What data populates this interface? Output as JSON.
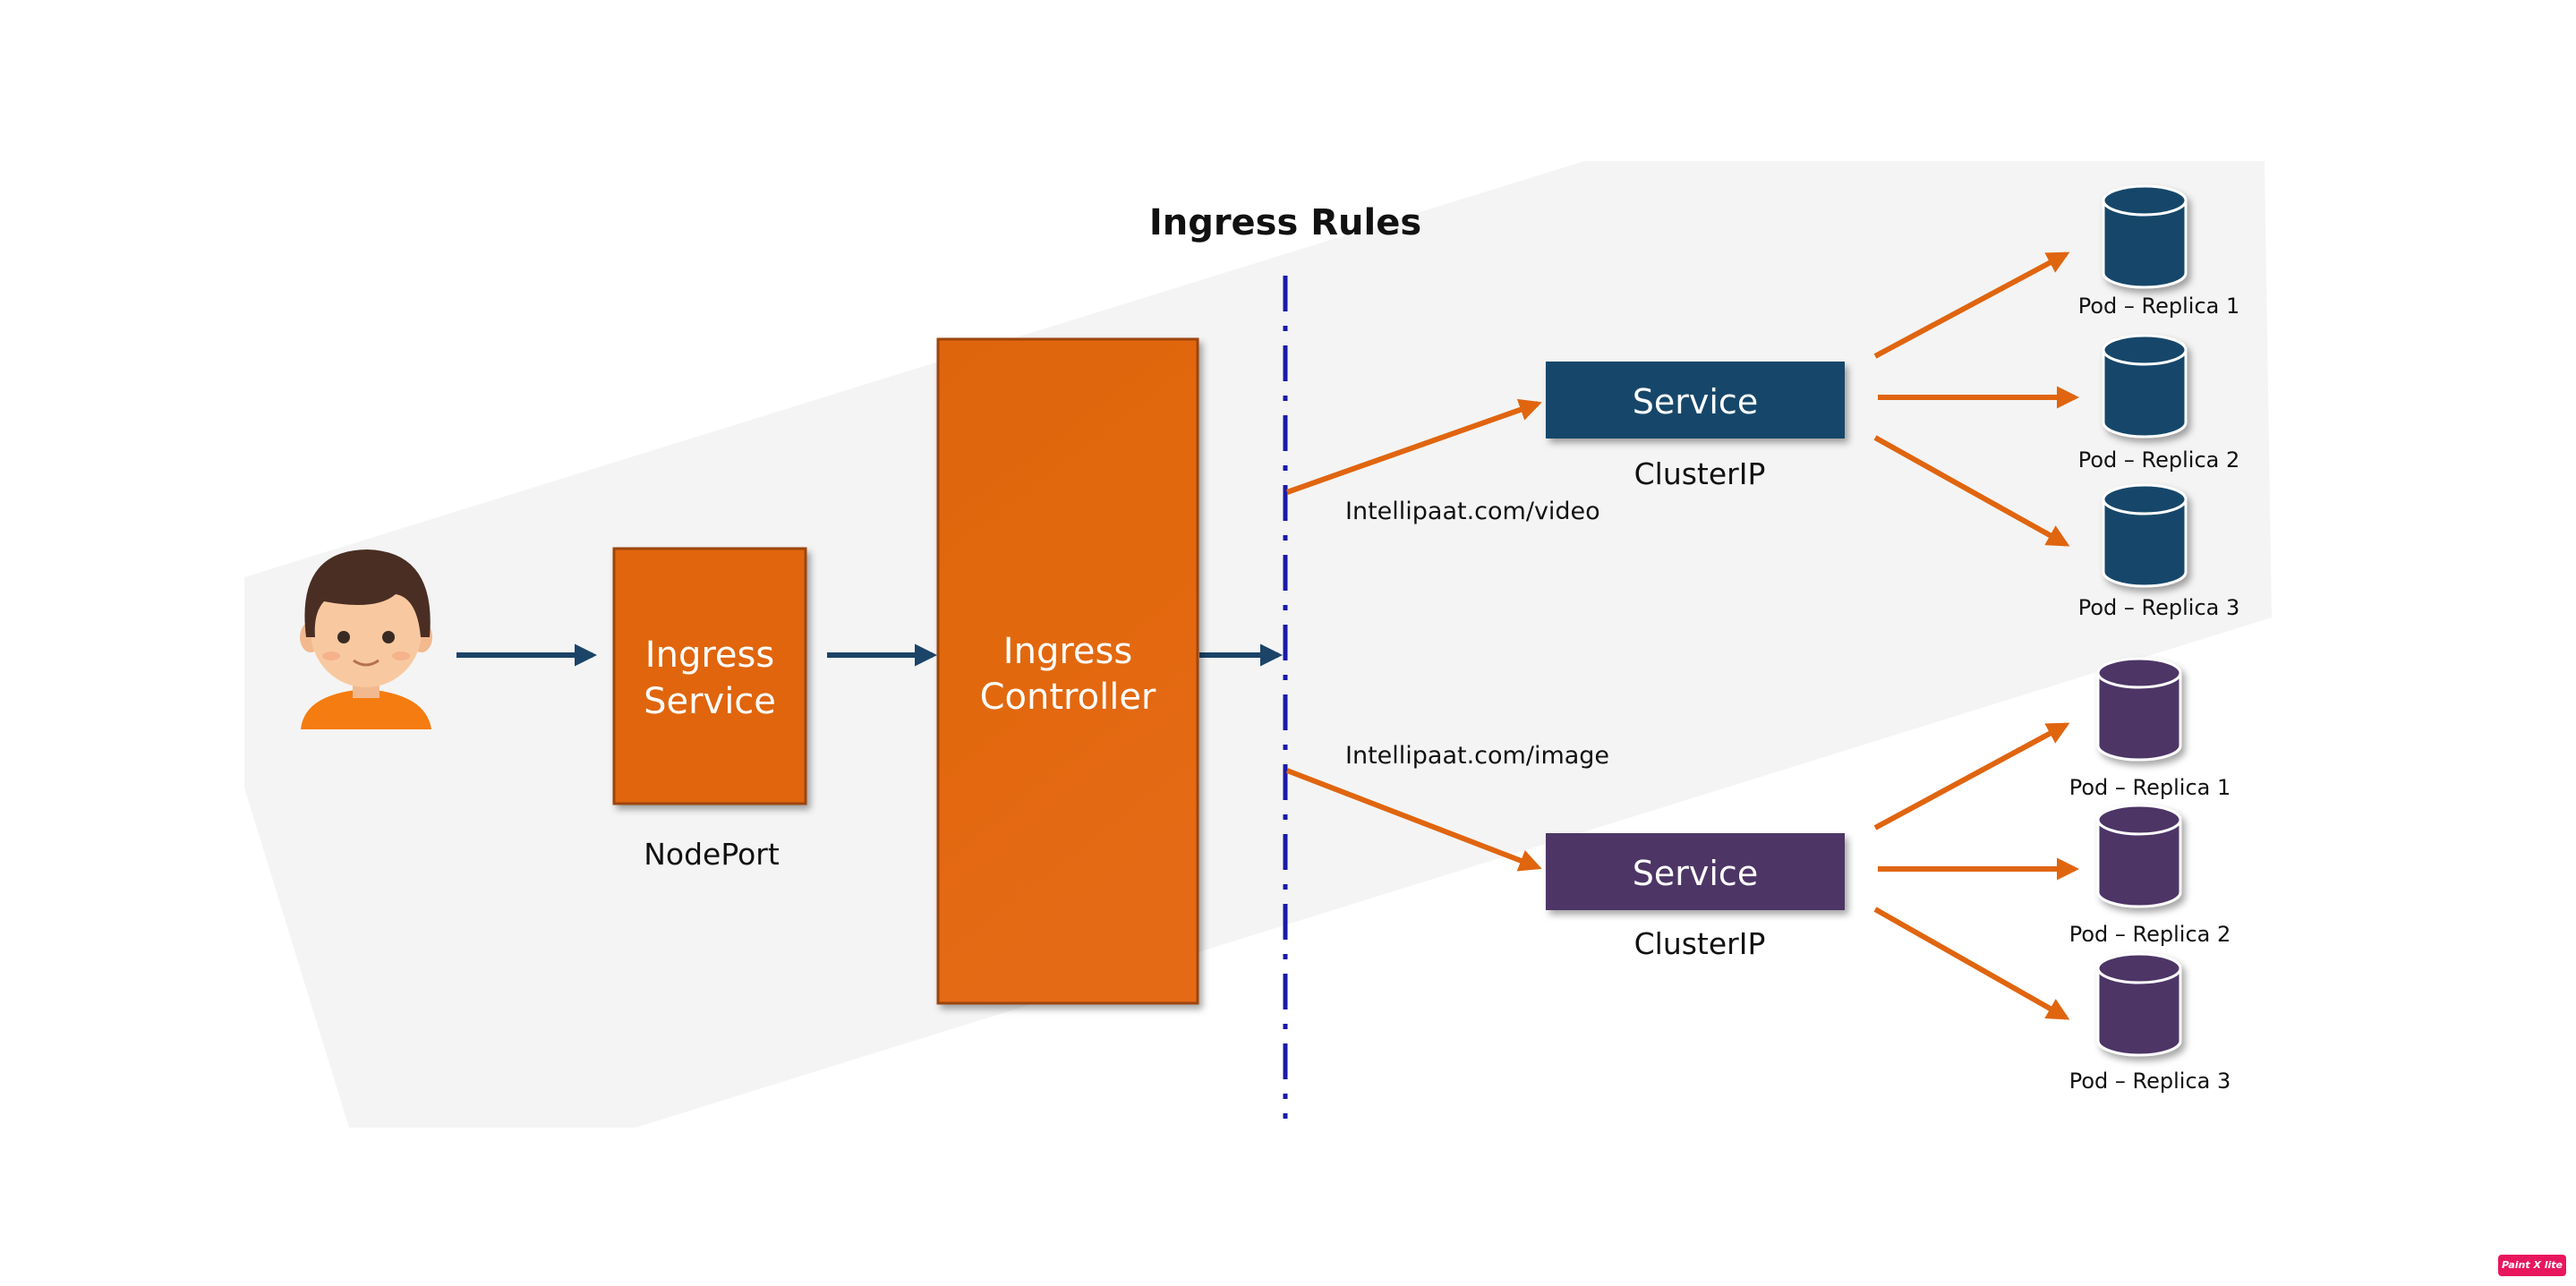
{
  "title": "Ingress Rules",
  "ingress_service": {
    "line1": "Ingress",
    "line2": "Service",
    "type": "NodePort"
  },
  "ingress_controller": {
    "line1": "Ingress",
    "line2": "Controller"
  },
  "routes": [
    {
      "path": "Intellipaat.com/video",
      "service": "Service",
      "service_type": "ClusterIP",
      "color": "#17476a",
      "pods": [
        "Pod – Replica 1",
        "Pod – Replica 2",
        "Pod – Replica 3"
      ]
    },
    {
      "path": "Intellipaat.com/image",
      "service": "Service",
      "service_type": "ClusterIP",
      "color": "#4d3466",
      "pods": [
        "Pod – Replica 1",
        "Pod – Replica 2",
        "Pod – Replica 3"
      ]
    }
  ],
  "colors": {
    "orange": "#e0650f",
    "navy_arrow": "#1b4468",
    "rule_line": "#1a1aa8",
    "band": "#f4f4f4"
  },
  "icons": [
    "user-avatar-icon",
    "pod-database-icon"
  ],
  "watermark": "Paint X lite"
}
